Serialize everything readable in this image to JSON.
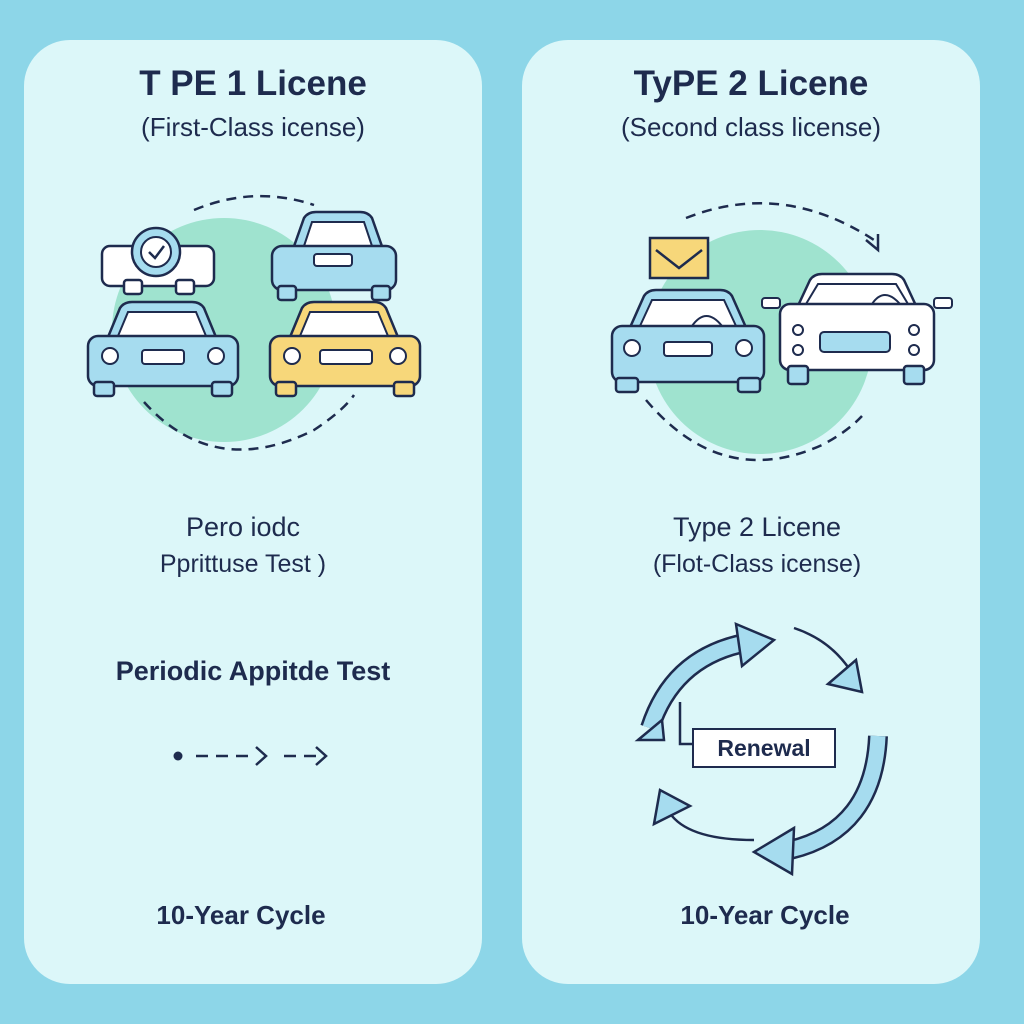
{
  "colors": {
    "background": "#8dd6e8",
    "panel": "#dcf7f9",
    "circle": "#9fe3cf",
    "ink": "#1e2b4e",
    "car_blue": "#a6dcef",
    "car_yellow": "#f7d77a",
    "arrow_blue": "#a6dcef"
  },
  "left_panel": {
    "title": "T PE 1 Licene",
    "subtitle": "(First-Class icense)",
    "mid_line1": "Pero iodc",
    "mid_line2": "Pprittuse Test )",
    "test_label": "Periodic Appitde  Test",
    "cycle_label": "10-Year Cycle",
    "icons": [
      "car-with-clock-icon",
      "blue-car-icon",
      "yellow-car-icon",
      "dashed-arrow-icon"
    ]
  },
  "right_panel": {
    "title": "TyPE 2 Licene",
    "subtitle": "(Second class  license)",
    "mid_line1": "Type 2 Licene",
    "mid_line2": "(Flot-Class icense)",
    "renewal_label": "Renewal",
    "cycle_label": "10-Year Cycle",
    "icons": [
      "envelope-icon",
      "blue-car-icon",
      "white-car-icon",
      "renewal-cycle-arrows-icon"
    ]
  }
}
